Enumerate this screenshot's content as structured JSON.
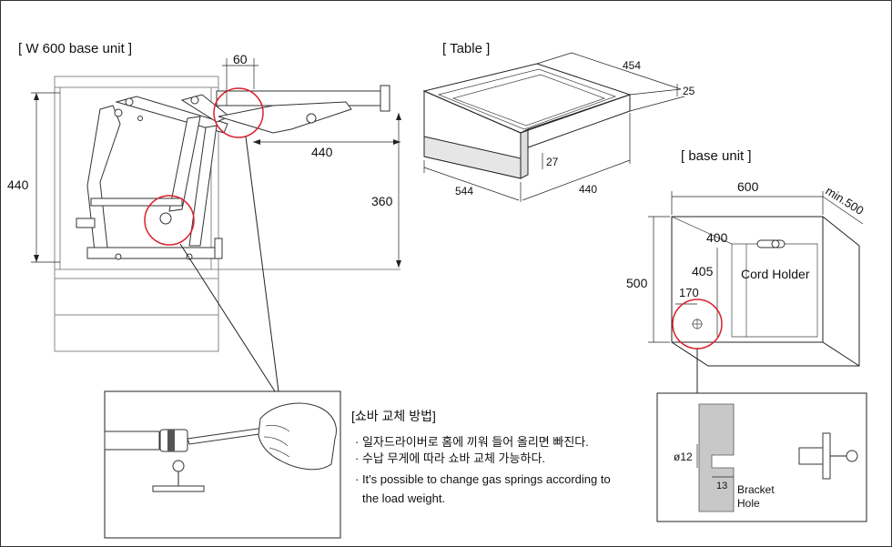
{
  "w600": {
    "title": "[ W 600 base unit ]",
    "dim_60": "60",
    "dim_440_h": "440",
    "dim_440_v": "440",
    "dim_360": "360"
  },
  "table": {
    "title": "[ Table ]",
    "dim_454": "454",
    "dim_25": "25",
    "dim_27": "27",
    "dim_544": "544",
    "dim_440": "440"
  },
  "base": {
    "title": "[ base unit ]",
    "dim_600": "600",
    "dim_min500": "min.500",
    "dim_400": "400",
    "dim_405": "405",
    "dim_500": "500",
    "dim_170": "170",
    "cord_holder": "Cord Holder"
  },
  "bracket": {
    "dim_12": "ø12",
    "dim_13": "13",
    "label_1": "Bracket",
    "label_2": "Hole"
  },
  "note": {
    "heading": "[쇼바 교체 방법]",
    "line1": "· 일자드라이버로 홈에 끼워 들어 올리면 빠진다.",
    "line2": "· 수납 무게에 따라 쇼바 교체 가능하다.",
    "line3": "· It's possible to change gas springs according to",
    "line4": "the load weight."
  }
}
